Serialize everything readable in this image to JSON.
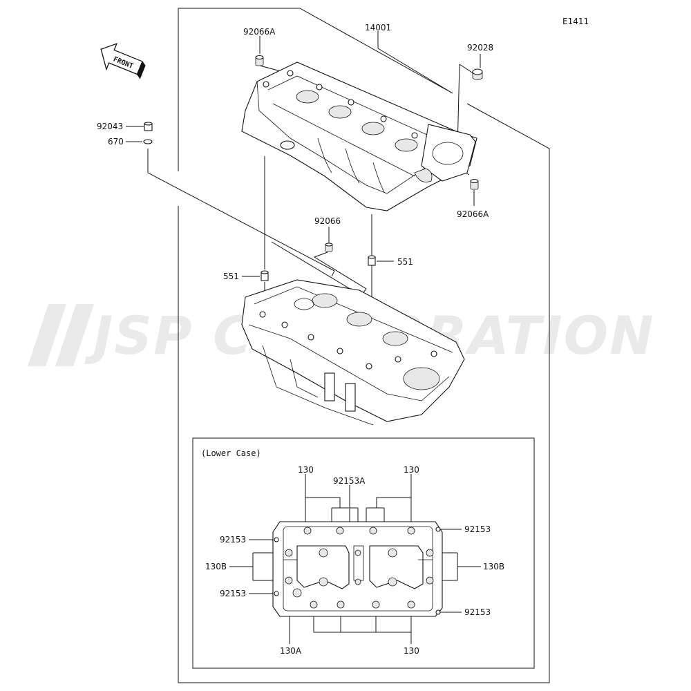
{
  "diagram_code": "E1411",
  "front_label": "FRONT",
  "watermark": "JSP CORPORATION",
  "inset_title": "(Lower Case)",
  "labels": {
    "p14001": "14001",
    "p92066A_top": "92066A",
    "p92028": "92028",
    "p92043": "92043",
    "p670": "670",
    "p92066A_right": "92066A",
    "p92066": "92066",
    "p551_left": "551",
    "p551_right": "551",
    "p130_top_left": "130",
    "p92153A": "92153A",
    "p130_top_right": "130",
    "p92153_left_top": "92153",
    "p92153_right_top": "92153",
    "p130B_left": "130B",
    "p130B_right": "130B",
    "p92153_left_bottom": "92153",
    "p92153_right_bottom": "92153",
    "p130A": "130A",
    "p130_bottom": "130"
  }
}
